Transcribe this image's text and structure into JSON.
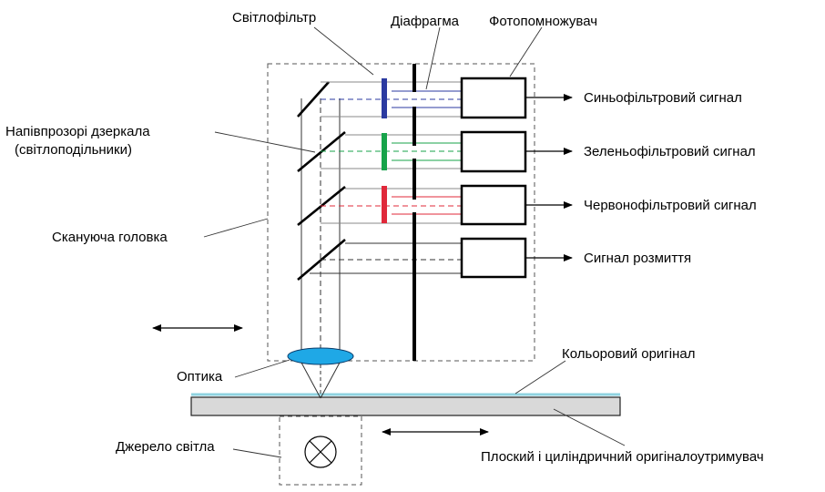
{
  "labels": {
    "filter": "Світлофільтр",
    "diaphragm": "Діафрагма",
    "pmt": "Фотопомножувач",
    "mirrors_line1": "Напівпрозорі дзеркала",
    "mirrors_line2": "(світлоподільники)",
    "scan_head": "Скануюча головка",
    "optics": "Оптика",
    "light_source": "Джерело світла",
    "color_original": "Кольоровий оригінал",
    "holder": "Плоский і циліндричний оригіналоутримувач"
  },
  "signals": {
    "blue": "Синьофільтровий сигнал",
    "green": "Зеленьофільтровий сигнал",
    "red": "Червонофільтровий сигнал",
    "blur": "Сигнал розмиття"
  },
  "colors": {
    "blue": "#2b3aa0",
    "green": "#17a34a",
    "red": "#e0283a",
    "lens": "#1fa8e6",
    "original": "#8fd3e0",
    "holder": "#d9d9d9"
  }
}
